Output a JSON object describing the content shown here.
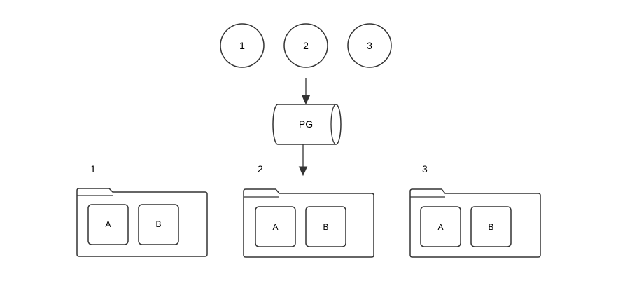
{
  "nodes": {
    "circles": [
      {
        "label": "1"
      },
      {
        "label": "2"
      },
      {
        "label": "3"
      }
    ],
    "cylinder": {
      "label": "PG"
    }
  },
  "groups": [
    {
      "number": "1",
      "boxes": [
        "A",
        "B"
      ]
    },
    {
      "number": "2",
      "boxes": [
        "A",
        "B"
      ]
    },
    {
      "number": "3",
      "boxes": [
        "A",
        "B"
      ]
    }
  ],
  "edges": [
    {
      "from": "circle-2",
      "to": "cylinder-pg"
    },
    {
      "from": "cylinder-pg",
      "to": "group-2"
    }
  ],
  "colors": {
    "stroke": "#333333",
    "background": "#ffffff",
    "text": "#000000"
  }
}
